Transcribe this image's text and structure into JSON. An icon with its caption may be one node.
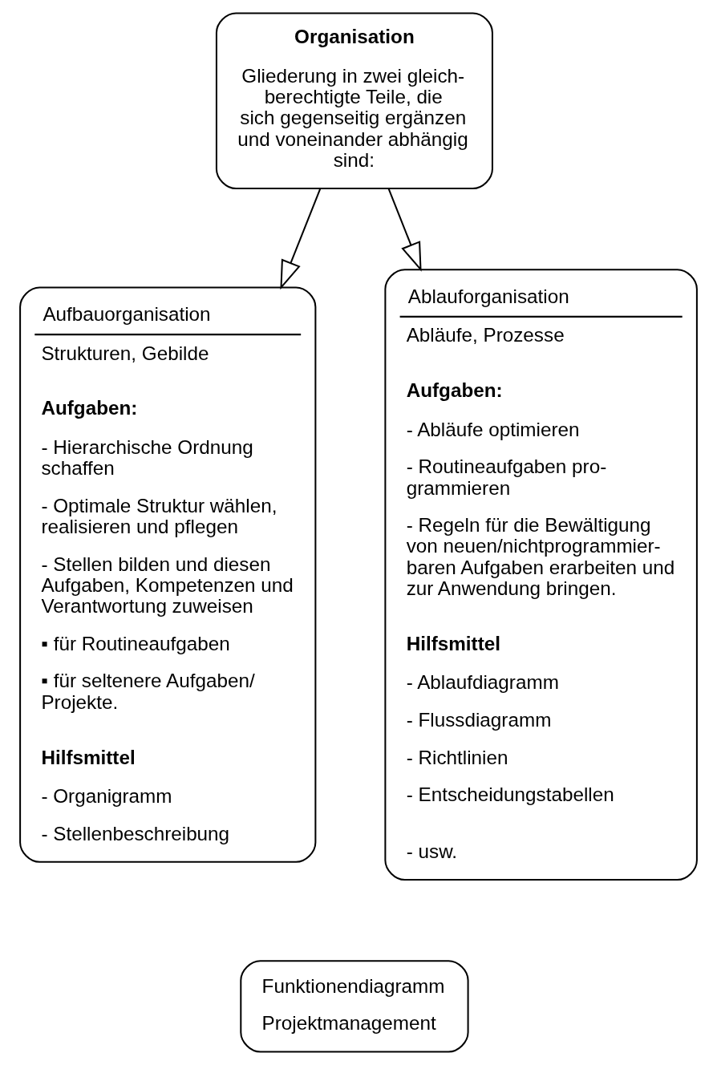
{
  "diagram": {
    "nodes": [
      {
        "text": [
          "Organisation",
          "Gliederung in zwei gleich- berechtigte Teile, die sich gegenseitig ergänzen und voneinander abhängig sind:"
        ]
      },
      {
        "text": [
          "Aufbauorganisation",
          "Strukturen, Gebilde",
          "Aufgaben:",
          "- Hierarchische Ordnung schaffen",
          "- Optimale Struktur wählen, realisieren und pflegen",
          "- Stellen bilden und diesen Aufgaben, Kompetenzen und Verantwortung zuweisen",
          "▪ für Routineaufgaben",
          "▪ für seltenere Aufgaben/ Projekte.",
          "Hilfsmittel",
          "- Organigramm",
          "- Stellenbeschreibung"
        ]
      },
      {
        "text": [
          "Ablauforganisation",
          "Abläufe, Prozesse",
          "Aufgaben:",
          "- Abläufe optimieren",
          "- Routineaufgaben pro- grammieren",
          "- Regeln für die Bewältigung von neuen/nichtprogrammier- baren Aufgaben erarbeiten und zur Anwendung bringen.",
          "Hilfsmittel",
          "- Ablaufdiagramm",
          "- Flussdiagramm",
          "- Richtlinien",
          "- Entscheidungstabellen",
          "- usw."
        ]
      },
      {
        "text": [
          "Funktionendiagramm",
          "Projektmanagement"
        ]
      }
    ],
    "edges": [
      {
        "from": 0,
        "to": 1,
        "arrow": "to"
      },
      {
        "from": 0,
        "to": 2,
        "arrow": "to"
      }
    ]
  }
}
